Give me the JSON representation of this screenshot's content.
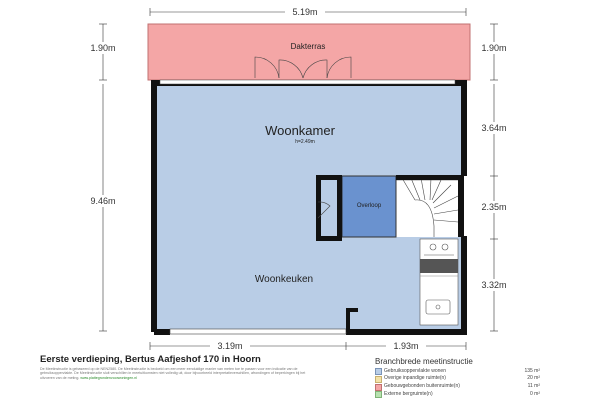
{
  "dimensions": {
    "top_width": "5.19m",
    "left_terrace": "1.90m",
    "right_terrace": "1.90m",
    "left_depth": "9.46m",
    "right_top": "3.64m",
    "right_mid": "2.35m",
    "right_bottom": "3.32m",
    "bottom_left": "3.19m",
    "bottom_right": "1.93m"
  },
  "rooms": {
    "terrace": "Dakterras",
    "living": "Woonkamer",
    "living_height": "h=2.49m",
    "landing": "Overloop",
    "kitchen": "Woonkeuken"
  },
  "footer": {
    "title": "Eerste verdieping, Bertus Aafjeshof 170 in Hoorn",
    "disclaimer": "De Meetinstructie is gebaseerd op de NEN2580. De Meetinstructie is bedoeld om een meer eenduidige manier van meten toe te passen voor een indicatie van de gebruiksoppervlakte. De Meetinstructie sluit verschillen in meetuitkomsten niet volledig uit, door bijvoorbeeld interpretatieverschillen, afrondingen of beperkingen bij het uitvoeren van de meting.",
    "disclaimer_link": "www.plattegrondenvoorwoningen.nl"
  },
  "legend": {
    "title": "Branchbrede meetinstructie",
    "items": [
      {
        "label": "Gebruiksoppervlakte wonen",
        "value": "135 m²",
        "color": "#b9cde6"
      },
      {
        "label": "Overige inpandige ruimte(n)",
        "value": "20 m²",
        "color": "#f4e2a8"
      },
      {
        "label": "Gebouwgebonden buitenruimte(n)",
        "value": "11 m²",
        "color": "#f4a6a6"
      },
      {
        "label": "Externe bergruimte(n)",
        "value": "0 m²",
        "color": "#b8e2b0"
      }
    ]
  },
  "colors": {
    "living": "#b9cde6",
    "terrace": "#f4a6a6",
    "landing": "#6a92cf",
    "wall": "#111111",
    "accent": "#2a8a2a"
  }
}
